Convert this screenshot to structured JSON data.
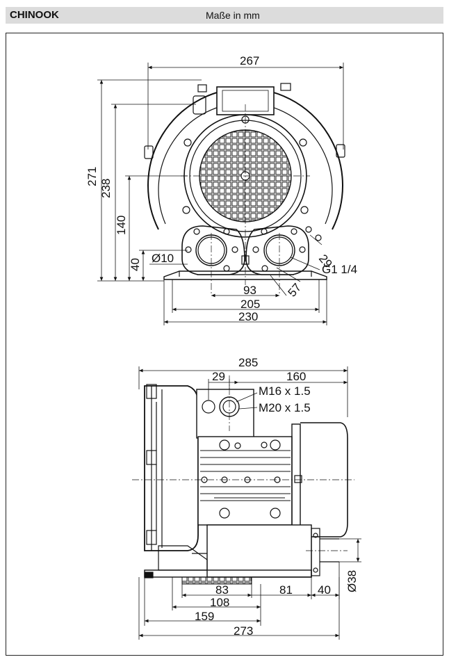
{
  "header": {
    "title": "CHINOOK",
    "unit_note": "Maße in mm"
  },
  "front_view": {
    "dims": {
      "width_total": "267",
      "height_total": "271",
      "height_238": "238",
      "height_140": "140",
      "height_40": "40",
      "hole_dia": "Ø10",
      "port_29": "29",
      "thread": "G1 1/4",
      "dist_93": "93",
      "dist_57": "57",
      "base_205": "205",
      "base_230": "230"
    }
  },
  "side_view": {
    "dims": {
      "len_285": "285",
      "len_29": "29",
      "len_160": "160",
      "gland_1": "M16 x 1.5",
      "gland_2": "M20 x 1.5",
      "d_83": "83",
      "d_108": "108",
      "d_159": "159",
      "d_273": "273",
      "d_81": "81",
      "d_40": "40",
      "shaft_dia": "Ø38"
    }
  }
}
